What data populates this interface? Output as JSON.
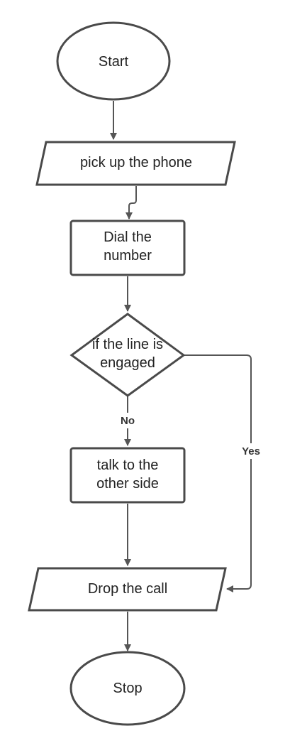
{
  "diagram": {
    "nodes": {
      "start": {
        "shape": "ellipse",
        "lines": [
          "Start"
        ]
      },
      "pick_up": {
        "shape": "parallelogram",
        "lines": [
          "pick up the phone"
        ]
      },
      "dial": {
        "shape": "rectangle",
        "lines": [
          "Dial the",
          "number"
        ]
      },
      "engaged": {
        "shape": "diamond",
        "lines": [
          "if the line is",
          "engaged"
        ]
      },
      "talk": {
        "shape": "rectangle",
        "lines": [
          "talk to the",
          "other side"
        ]
      },
      "drop": {
        "shape": "parallelogram",
        "lines": [
          "Drop the call"
        ]
      },
      "stop": {
        "shape": "ellipse",
        "lines": [
          "Stop"
        ]
      }
    },
    "edges": {
      "no_label": "No",
      "yes_label": "Yes"
    }
  }
}
